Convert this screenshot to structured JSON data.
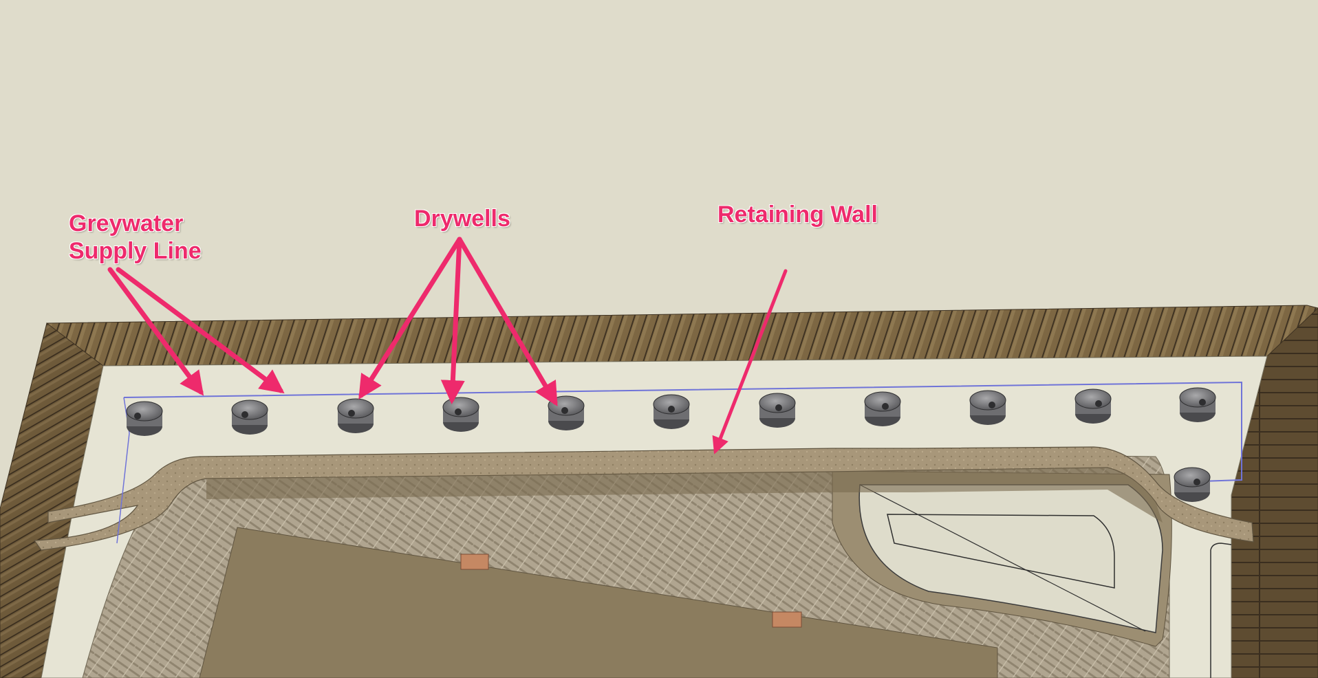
{
  "labels": {
    "greywater_line1": "Greywater",
    "greywater_line2": "Supply Line",
    "drywells": "Drywells",
    "retaining_wall": "Retaining Wall"
  },
  "colors": {
    "background": "#DFDCCB",
    "callout": "#EE2A6C",
    "fence_wood": "#7A6440",
    "gravel_bed": "#E8E6D6",
    "retaining_wall": "#A8977A",
    "paving": "#B3A793",
    "patio_slab": "#8B7C5E",
    "supply_line": "#6F73D8",
    "drywell": "#7E7E80"
  },
  "drywell_count": 12
}
